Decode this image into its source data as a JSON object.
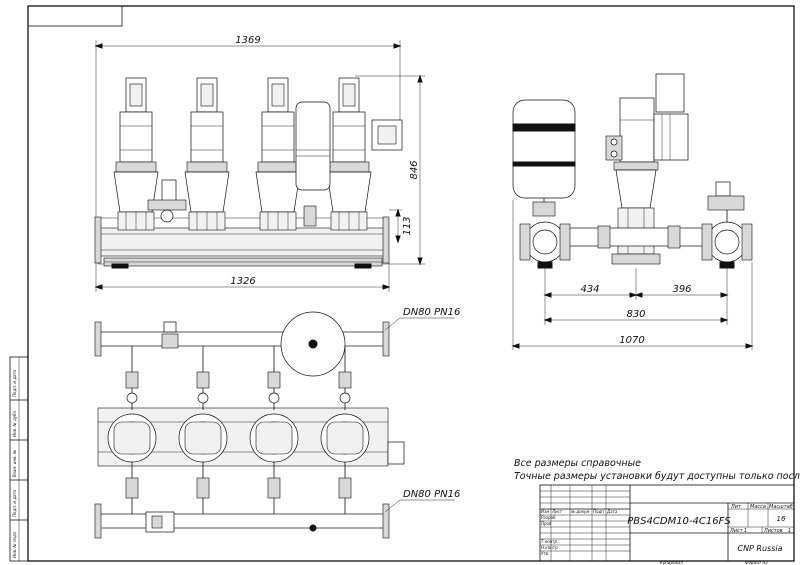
{
  "dimensions": {
    "front_width_top": "1369",
    "front_width_bottom": "1326",
    "front_height": "846",
    "front_base_height": "113",
    "side_left": "434",
    "side_right": "396",
    "side_inner": "830",
    "side_total": "1070"
  },
  "callouts": {
    "header_top": "DN80 PN16",
    "header_bottom": "DN80 PN16"
  },
  "notes": {
    "line1": "Все размеры справочные",
    "line2": "Точные размеры установки будут доступны только после сборки"
  },
  "title_block": {
    "designation": "PBS4CDM10-4C16FS",
    "col_lit": "Лит",
    "col_mass": "Масса",
    "col_scale": "Масштаб",
    "scale_value": "16",
    "sheet_label": "Лист",
    "sheet_value": "1",
    "sheets_label": "Листов",
    "sheets_value": "1",
    "company": "CNP Russia",
    "rows": [
      "Изм",
      "Лист",
      "№ докум",
      "Подп",
      "Дата"
    ],
    "roles": [
      "Разраб",
      "Пров",
      "Т.контр",
      "Н.контр",
      "Утв"
    ],
    "copied": "Копировал",
    "format": "Формат A3"
  },
  "side_stamp": {
    "cells": [
      "Подп. и дата",
      "Инв. № дубл",
      "Взам. инв. №",
      "Подп. и дата",
      "Инв. № подл"
    ]
  }
}
